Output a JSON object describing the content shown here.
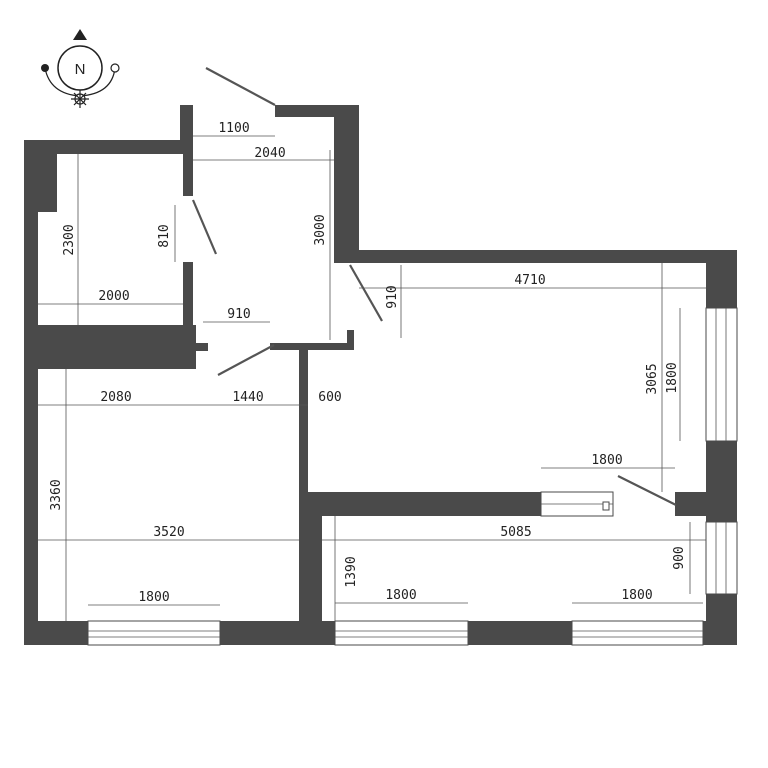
{
  "compass": {
    "north_label": "N"
  },
  "dimensions": {
    "entry_door": "1100",
    "hall_width": "2040",
    "hall_depth": "3000",
    "bath_door": "810",
    "bath_depth": "2300",
    "bath_width": "2000",
    "hall_door": "910",
    "kitchen_door": "910",
    "kitchen_width": "4710",
    "kitchen_depth": "3065",
    "kitchen_window": "1800",
    "kitchen_lower_window": "1800",
    "room_width_left": "2080",
    "room_width_mid": "1440",
    "partition": "600",
    "room_depth": "3360",
    "room_width": "3520",
    "room_window": "1800",
    "balcony_width": "5085",
    "balcony_depth": "1390",
    "balcony_window_left": "1800",
    "balcony_window_right": "1800",
    "balcony_side_window": "900"
  }
}
